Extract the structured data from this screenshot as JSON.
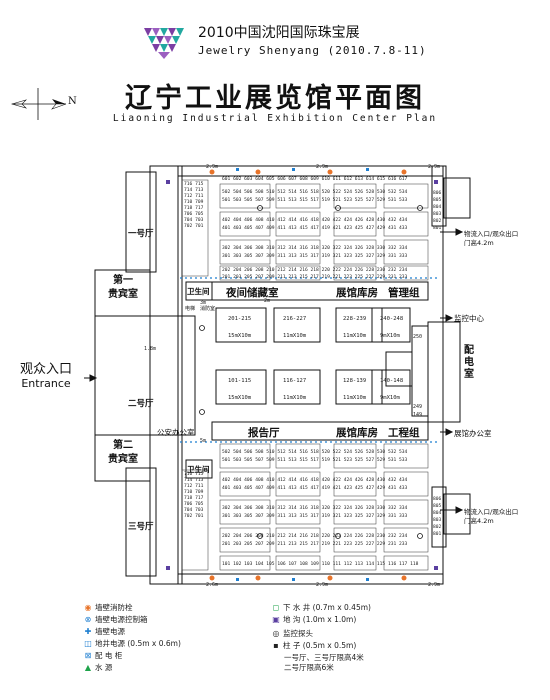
{
  "header": {
    "event_title": "2010中国沈阳国际珠宝展",
    "event_subtitle": "Jewelry Shenyang (2010.7.8-11)",
    "title": "辽宁工业展览馆平面图",
    "subtitle": "Liaoning Industrial Exhibition Center Plan"
  },
  "compass": {
    "north": "N"
  },
  "entrance": {
    "zh": "观众入口",
    "en": "Entrance"
  },
  "rooms": {
    "vip1": "第一\n贵宾室",
    "vip2": "第二\n贵宾室",
    "hall1": "一号厅",
    "hall2": "二号厅",
    "hall3": "三号厅",
    "wc_top": "卫生间",
    "wc_bottom": "卫生间",
    "night_storage": "夜间储藏室",
    "warehouse_top": "展馆库房",
    "management": "管理组",
    "report_hall": "报告厅",
    "warehouse_bottom": "展馆库房",
    "engineering": "工程组",
    "power_room": "配电室",
    "police_office": "公安办公室",
    "monitor_center": "监控中心",
    "venue_office": "展馆办公室",
    "exit_top": "物流入口/观众出口",
    "exit_top_size": "门高4.2m",
    "exit_bottom": "物流入口/观众出口",
    "exit_bottom_size": "门高4.2m",
    "electric": "电梯",
    "fire_control": "消防室"
  },
  "blocks": {
    "b201": "201-215",
    "b216": "216-227",
    "b228": "228-239",
    "b240": "240-248",
    "b101": "101-115",
    "b116": "116-127",
    "b128": "128-139",
    "b140": "140-148",
    "s15": "15mX10m",
    "s11": "11mX10m",
    "s9": "9mX10m"
  },
  "booths": {
    "top_row": "601 602 603 604 605 606 607 608 609 610 611 612 613 614 615 616 617",
    "upper_a": "502 504 506 508 510  512 514 516 518  520 522 524 526  528 530 532 534",
    "upper_b": "501 503 505 507 509  511 513 515 517  519 521 523 525  527 529 531 533",
    "upper_c": "402 404 406 408 410  412 414 416 418  420 422 424 426  428 430 432 434",
    "upper_d": "401 403 405 407 409  411 413 415 417  419 421 423 425  427 429 431 433",
    "upper_e": "302 304 306 308 310  312 314 316 318  320 322 324 326  328 330 332 334",
    "upper_f": "301 303 305 307 309  311 313 315 317  319 321 323 325  327 329 331 333",
    "upper_g": "202 204 206 208 210  212 214 216 218  220 222 224 226  228 230 232 234",
    "upper_h": "201 203 205 207 209  211 213 215 217  219 221 223 225  227 229 231 233",
    "upper_bottom": "101 102 103 104 105 106 107 108 109 110  111 112 113 114 115 116 117 118",
    "left_col_top": "716 715 714 713 712 711 710 709 718 717 706 705 704 703 702 701",
    "right_col_top": "806 805 804 803 802 801",
    "dim_29": "2.9m",
    "dim_3": "3m",
    "dim_5": "5m",
    "dim_18": "1.8m",
    "dim_2": "2m",
    "dim_26": "2.6m",
    "stage_250": "250",
    "stage_249": "249",
    "stage_149": "149"
  },
  "legend": {
    "hydrant": "墙壁消防栓",
    "wall_panel": "墙壁电源控制箱",
    "wall_power": "墙壁电源",
    "floor_power": "地井电源 (0.5m x 0.6m)",
    "distribution": "配   电   柜",
    "water": "水        源",
    "drain": "下  水  井 (0.7m x 0.45m)",
    "trench": "地       沟 (1.0m x 1.0m)",
    "camera": "监控探头",
    "pillar": "柱   子 (0.5m x 0.5m)",
    "height_1": "一号厅、三号厅限高4米",
    "height_2": "二号厅限高6米"
  },
  "colors": {
    "line": "#111111",
    "hydrant": "#e8742a",
    "power": "#1f7fd0",
    "purple": "#5a3fa0",
    "green": "#1ea34a",
    "logo_purple": "#7b3ea3",
    "logo_teal": "#22a8a0"
  }
}
